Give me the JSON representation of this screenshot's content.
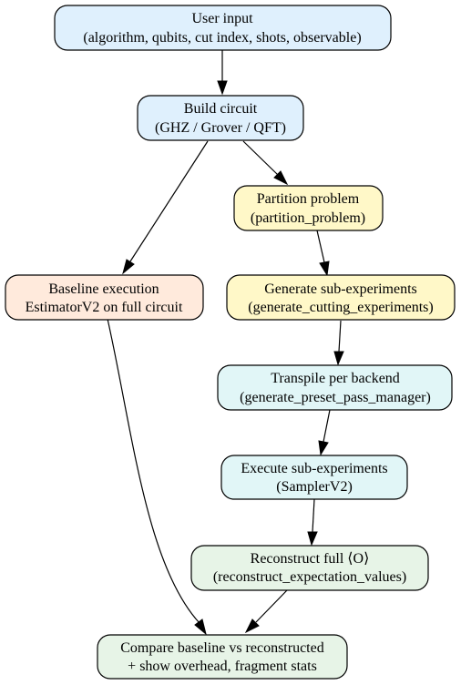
{
  "colors": {
    "blue": "#dff0fd",
    "yellow": "#fff8c8",
    "orange": "#ffeadc",
    "cyan": "#e1f6f7",
    "green": "#e7f4e7"
  },
  "nodes": {
    "user_input": {
      "line1": "User input",
      "line2": "(algorithm, qubits, cut index, shots, observable)"
    },
    "build_circuit": {
      "line1": "Build circuit",
      "line2": "(GHZ / Grover / QFT)"
    },
    "partition": {
      "line1": "Partition problem",
      "line2": "(partition_problem)"
    },
    "baseline": {
      "line1": "Baseline execution",
      "line2": "EstimatorV2 on full circuit"
    },
    "generate": {
      "line1": "Generate sub-experiments",
      "line2": "(generate_cutting_experiments)"
    },
    "transpile": {
      "line1": "Transpile per backend",
      "line2": "(generate_preset_pass_manager)"
    },
    "execute": {
      "line1": "Execute sub-experiments",
      "line2": "(SamplerV2)"
    },
    "reconstruct": {
      "line1": "Reconstruct full ⟨O⟩",
      "line2": "(reconstruct_expectation_values)"
    },
    "compare": {
      "line1": "Compare baseline vs reconstructed",
      "line2": "+ show overhead, fragment stats"
    }
  }
}
